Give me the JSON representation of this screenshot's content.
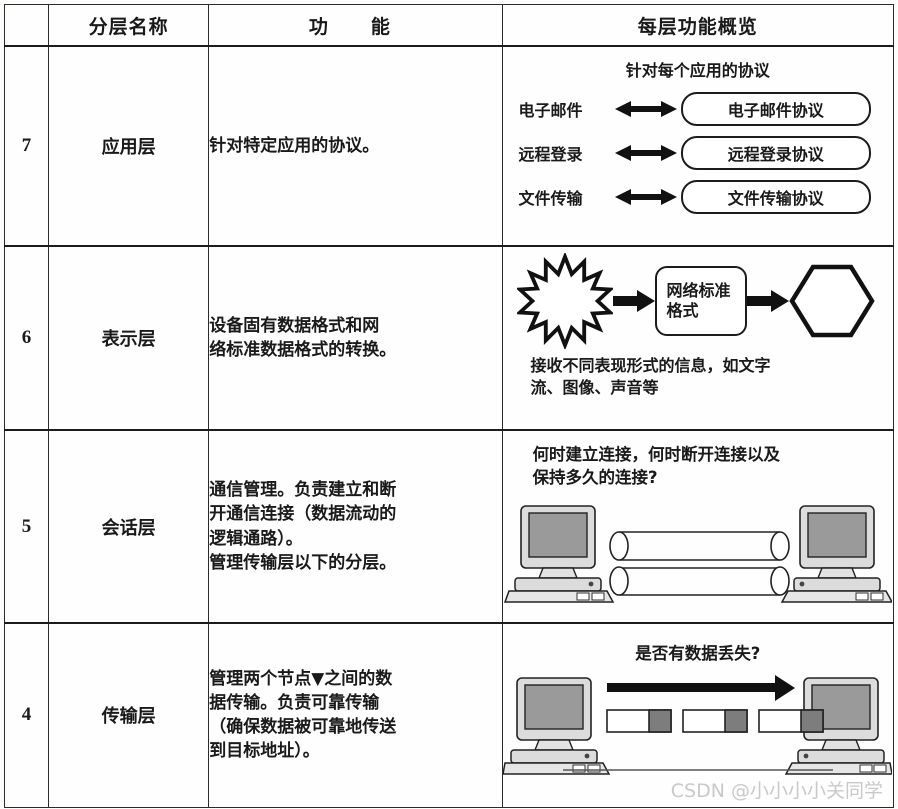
{
  "table": {
    "headers": {
      "number": "",
      "layer_name": "分层名称",
      "function": "功　能",
      "overview": "每层功能概览"
    },
    "rows": [
      {
        "number": "7",
        "layer_name": "应用层",
        "function_lines": [
          "针对特定应用的协议。"
        ],
        "diagram": {
          "type": "application-protocols",
          "title": "针对每个应用的协议",
          "pairs": [
            {
              "label": "电子邮件",
              "arrow": "double-arrow-icon",
              "protocol": "电子邮件协议"
            },
            {
              "label": "远程登录",
              "arrow": "double-arrow-icon",
              "protocol": "远程登录协议"
            },
            {
              "label": "文件传输",
              "arrow": "double-arrow-icon",
              "protocol": "文件传输协议"
            }
          ]
        }
      },
      {
        "number": "6",
        "layer_name": "表示层",
        "function_lines": [
          "设备固有数据格式和网",
          "络标准数据格式的转换。"
        ],
        "diagram": {
          "type": "format-conversion",
          "shapes": [
            "starburst-icon",
            "arrow-right-icon",
            "rounded-box",
            "arrow-right-icon",
            "hexagon-icon"
          ],
          "box_lines": [
            "网络标准",
            "格式"
          ],
          "caption_lines": [
            "接收不同表现形式的信息，如文字",
            "流、图像、声音等"
          ]
        }
      },
      {
        "number": "5",
        "layer_name": "会话层",
        "function_lines": [
          "通信管理。负责建立和断",
          "开通信连接（数据流动的",
          "逻辑通路）。",
          "管理传输层以下的分层。"
        ],
        "diagram": {
          "type": "session-connection",
          "caption_lines": [
            "何时建立连接，何时断开连接以及",
            "保持多久的连接?"
          ],
          "left_node": "computer-icon",
          "right_node": "computer-icon",
          "pipes": 2
        }
      },
      {
        "number": "4",
        "layer_name": "传输层",
        "function_lines": [
          "管理两个节点▼之间的数",
          "据传输。负责可靠传输",
          "（确保数据被可靠地传送",
          "到目标地址）。"
        ],
        "function_superscript": "▼",
        "diagram": {
          "type": "transport-reliability",
          "caption": "是否有数据丢失?",
          "left_node": "computer-icon",
          "right_node": "computer-icon",
          "arrow": "arrow-right-icon",
          "packets": 3
        }
      }
    ]
  },
  "watermark": "CSDN @小小小小关同学",
  "colors": {
    "line": "#1c1c1c",
    "text": "#1a1a1a",
    "screen_fill": "#9a9a9a",
    "body_fill": "#d9d9d9",
    "packet_fill": "#7d7d7d",
    "watermark": "#c9c9c9"
  }
}
